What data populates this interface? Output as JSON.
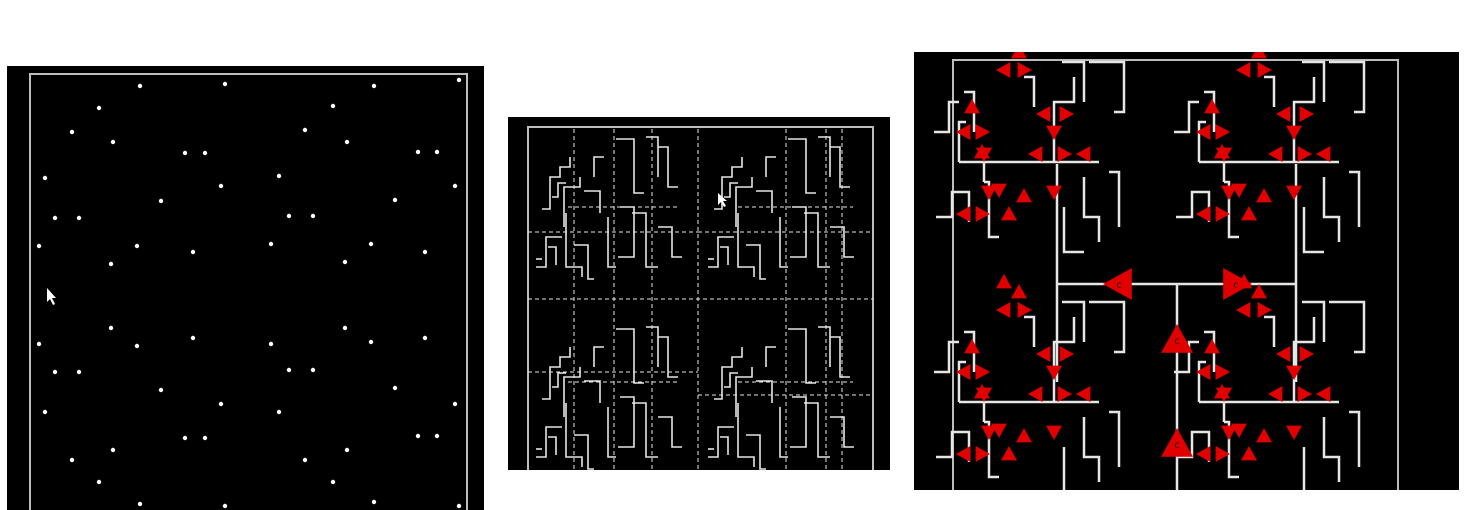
{
  "panels": [
    {
      "id": "left",
      "label": "initial-random-placement"
    },
    {
      "id": "middle",
      "label": "partitioned-wiring"
    },
    {
      "id": "right",
      "label": "buffered-clock-tree"
    }
  ],
  "buffer_glyph": "c",
  "colors": {
    "background": "#000000",
    "page": "#ffffff",
    "wire": "#e6e6e6",
    "partition_line": "#e6e6e6",
    "buffer": "#e00000",
    "buffer_label": "#2a0000",
    "frame": "#bdbdbd"
  },
  "icons": [
    "mouse-cursor-icon",
    "clock-buffer-icon"
  ]
}
